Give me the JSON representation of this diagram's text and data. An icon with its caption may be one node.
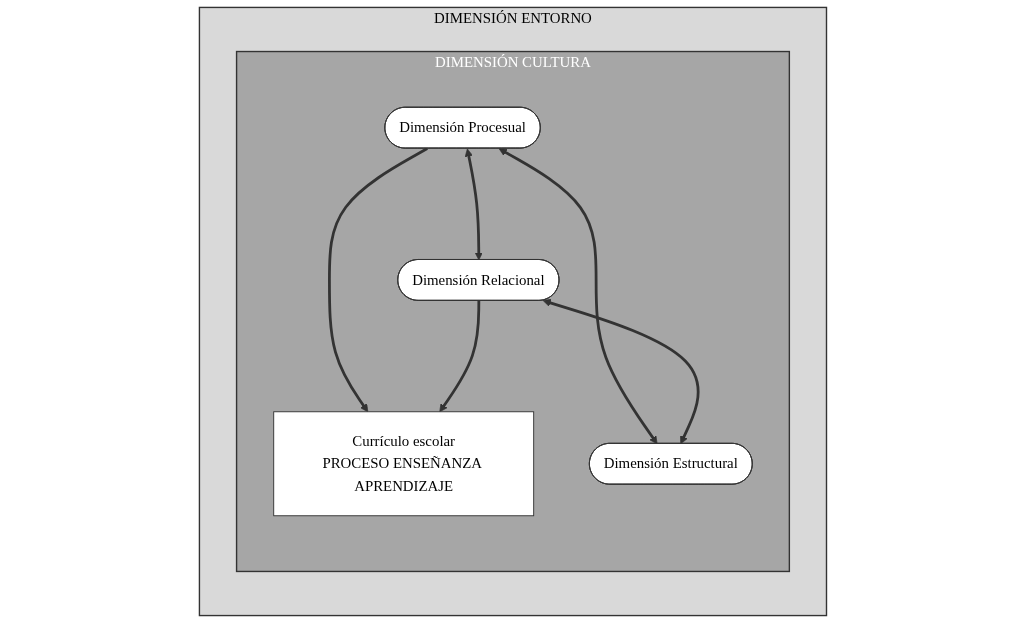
{
  "diagram": {
    "nodes": [
      {
        "text": [
          "DIMENSIÓN ENTORNO"
        ]
      },
      {
        "text": [
          "DIMENSIÓN CULTURA"
        ],
        "in": 0
      },
      {
        "text": [
          "Dimensión Procesual"
        ],
        "in": 1
      },
      {
        "text": [
          "Currículo escolar",
          "PROCESO ENSEÑANZA APRENDIZAJE"
        ],
        "in": 1
      },
      {
        "text": [
          "Dimensión Relacional"
        ],
        "in": 1
      },
      {
        "text": [
          "Dimensión Estructural"
        ],
        "in": 1
      }
    ],
    "edges": [
      {
        "from": 2,
        "to": 4,
        "arrow": "both"
      },
      {
        "from": 2,
        "to": 3,
        "arrow": "to"
      },
      {
        "from": 4,
        "to": 3,
        "arrow": "to"
      },
      {
        "from": 2,
        "to": 5,
        "arrow": "both"
      },
      {
        "from": 4,
        "to": 5,
        "arrow": "both"
      }
    ]
  }
}
